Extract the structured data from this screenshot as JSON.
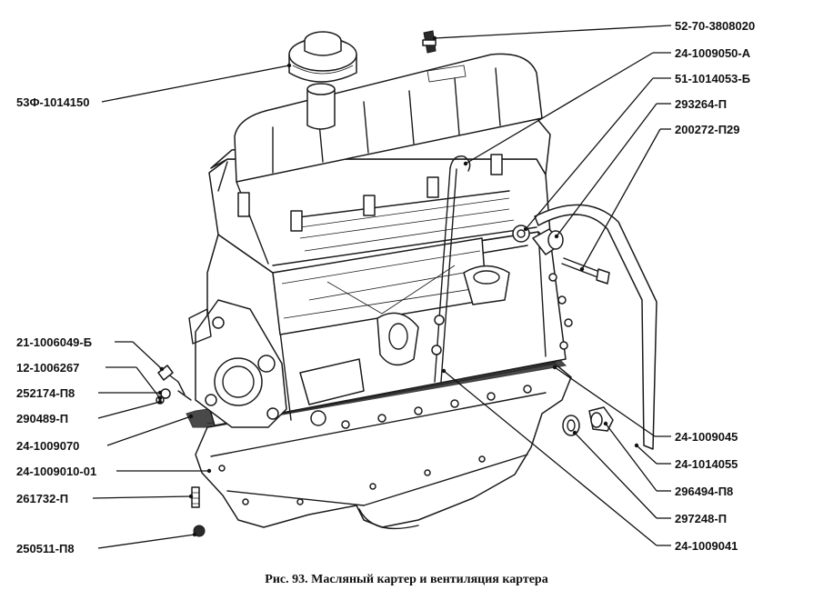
{
  "caption": "Рис. 93. Масляный картер и вентиляция картера",
  "callouts_left": [
    {
      "id": "l1",
      "text": "53Ф-1014150"
    },
    {
      "id": "l2",
      "text": "21-1006049-Б"
    },
    {
      "id": "l3",
      "text": "12-1006267"
    },
    {
      "id": "l4",
      "text": "252174-П8"
    },
    {
      "id": "l5",
      "text": "290489-П"
    },
    {
      "id": "l6",
      "text": "24-1009070"
    },
    {
      "id": "l7",
      "text": "24-1009010-01"
    },
    {
      "id": "l8",
      "text": "261732-П"
    },
    {
      "id": "l9",
      "text": "250511-П8"
    }
  ],
  "callouts_right": [
    {
      "id": "r1",
      "text": "52-70-3808020"
    },
    {
      "id": "r2",
      "text": "24-1009050-А"
    },
    {
      "id": "r3",
      "text": "51-1014053-Б"
    },
    {
      "id": "r4",
      "text": "293264-П"
    },
    {
      "id": "r5",
      "text": "200272-П29"
    },
    {
      "id": "r6",
      "text": "24-1009045"
    },
    {
      "id": "r7",
      "text": "24-1014055"
    },
    {
      "id": "r8",
      "text": "296494-П8"
    },
    {
      "id": "r9",
      "text": "297248-П"
    },
    {
      "id": "r10",
      "text": "24-1009041"
    }
  ]
}
